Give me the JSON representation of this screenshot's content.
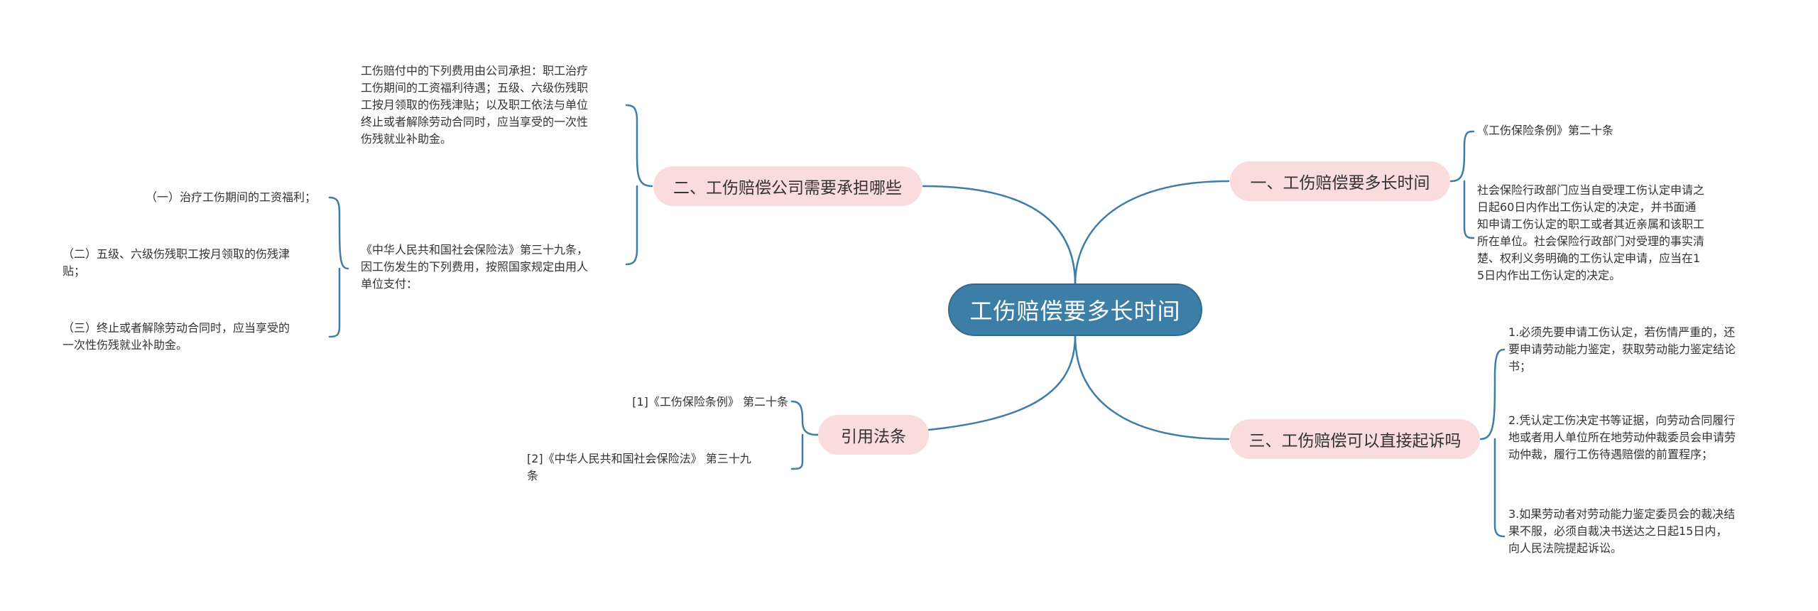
{
  "root": {
    "label": "工伤赔偿要多长时间"
  },
  "branches": {
    "b1": {
      "label": "一、工伤赔偿要多长时间",
      "children": [
        [
          "《工伤保险条例》第二十条"
        ],
        [
          "社会保险行政部门应当自受理工伤认定申请之",
          "日起60日内作出工伤认定的决定，并书面通",
          "知申请工伤认定的职工或者其近亲属和该职工",
          "所在单位。社会保险行政部门对受理的事实清",
          "楚、权利义务明确的工伤认定申请，应当在1",
          "5日内作出工伤认定的决定。"
        ]
      ]
    },
    "b2": {
      "label": "二、工伤赔偿公司需要承担哪些",
      "children": [
        [
          "工伤赔付中的下列费用由公司承担：职工治疗",
          "工伤期间的工资福利待遇；五级、六级伤残职",
          "工按月领取的伤残津贴；以及职工依法与单位",
          "终止或者解除劳动合同时，应当享受的一次性",
          "伤残就业补助金。"
        ],
        [
          "《中华人民共和国社会保险法》第三十九条，",
          "因工伤发生的下列费用，按照国家规定由用人",
          "单位支付："
        ]
      ],
      "subchildren": [
        [
          "（一）治疗工伤期间的工资福利；"
        ],
        [
          "（二）五级、六级伤残职工按月领取的伤残津",
          "贴；"
        ],
        [
          "（三）终止或者解除劳动合同时，应当享受的",
          "一次性伤残就业补助金。"
        ]
      ]
    },
    "b3": {
      "label": "三、工伤赔偿可以直接起诉吗",
      "children": [
        [
          "1.必须先要申请工伤认定，若伤情严重的，还",
          "要申请劳动能力鉴定，获取劳动能力鉴定结论",
          "书；"
        ],
        [
          "2.凭认定工伤决定书等证据，向劳动合同履行",
          "地或者用人单位所在地劳动仲裁委员会申请劳",
          "动仲裁，履行工伤待遇赔偿的前置程序；"
        ],
        [
          "3.如果劳动者对劳动能力鉴定委员会的裁决结",
          "果不服，必须自裁决书送达之日起15日内，",
          "向人民法院提起诉讼。"
        ]
      ]
    },
    "b4": {
      "label": "引用法条",
      "children": [
        [
          "[1]《工伤保险条例》 第二十条"
        ],
        [
          "[2]《中华人民共和国社会保险法》 第三十九",
          "条"
        ]
      ]
    }
  },
  "colors": {
    "root_fill": "#3d7ea6",
    "branch_fill": "#f9dcdb",
    "line": "#3d7ea6",
    "text": "#333333"
  }
}
